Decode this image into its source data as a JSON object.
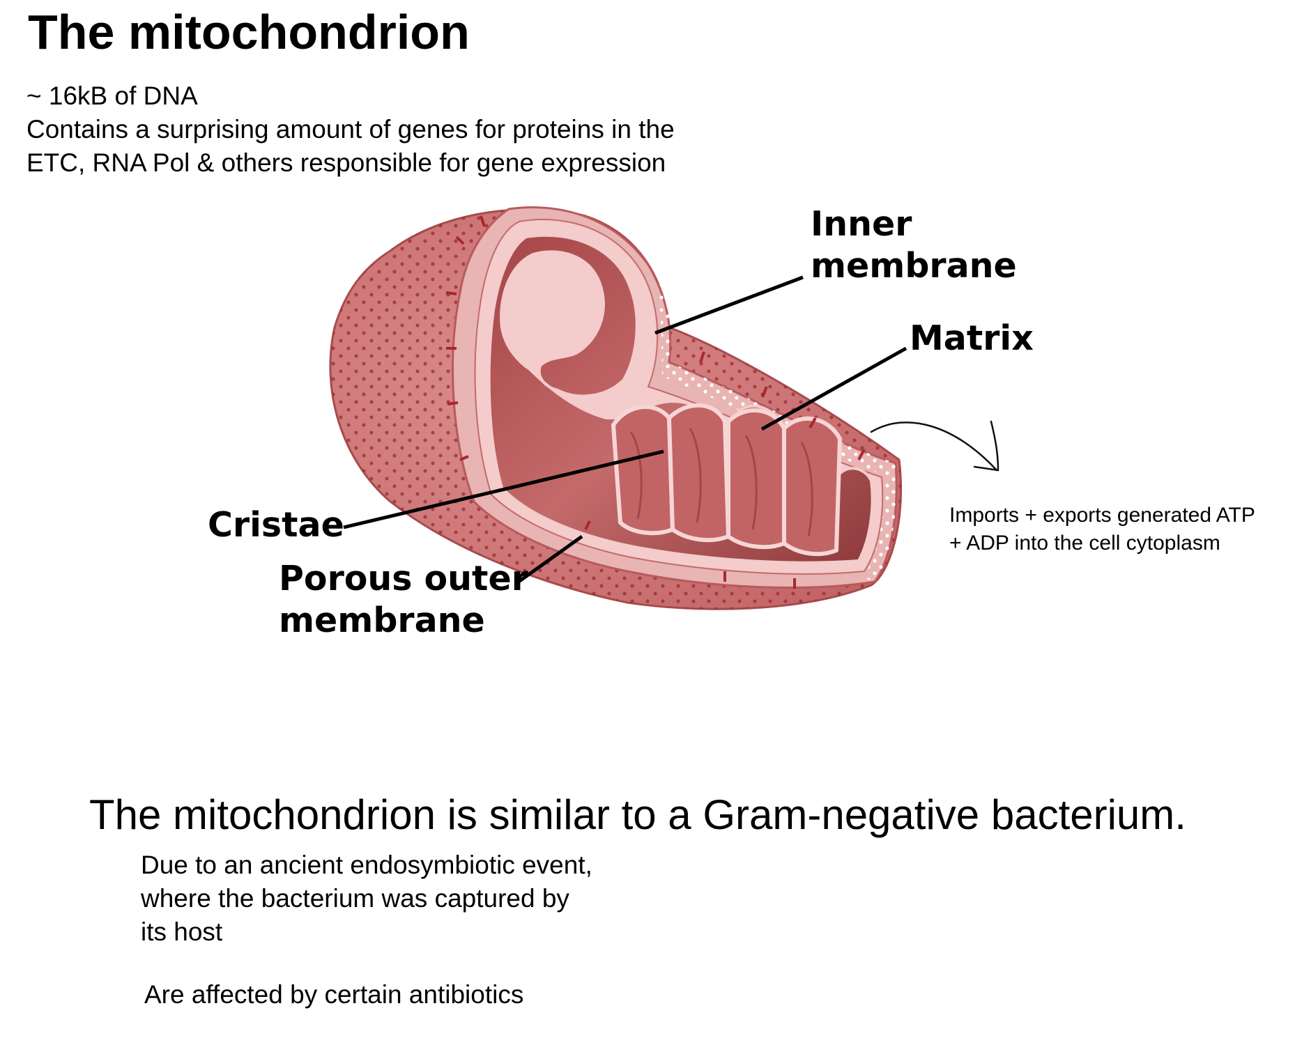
{
  "title": "The mitochondrion",
  "intro": {
    "line1": "~ 16kB of DNA",
    "line2": "Contains a surprising amount of genes for proteins in the",
    "line3": "ETC, RNA Pol & others responsible for gene expression"
  },
  "diagram": {
    "labels": {
      "inner_1": "Inner",
      "inner_2": "membrane",
      "matrix": "Matrix",
      "cristae": "Cristae",
      "outer_1": "Porous outer",
      "outer_2": "membrane"
    },
    "colors": {
      "outer_membrane": "#c9706f",
      "outer_membrane_dark": "#a84a4c",
      "intermembrane": "#e8b4b4",
      "inner_membrane": "#f3cccb",
      "matrix": "#b65456",
      "matrix_dark": "#8c3436",
      "dots": "#9a2a30"
    }
  },
  "annotation": {
    "line1": "Imports + exports generated ATP",
    "line2": "+ ADP into the cell cytoplasm"
  },
  "headline": "The mitochondrion is similar to a Gram-negative bacterium.",
  "reason": {
    "line1": "Due to an ancient endosymbiotic event,",
    "line2": "where the bacterium was captured by",
    "line3": "its host"
  },
  "antibiotics": "Are affected by certain antibiotics"
}
